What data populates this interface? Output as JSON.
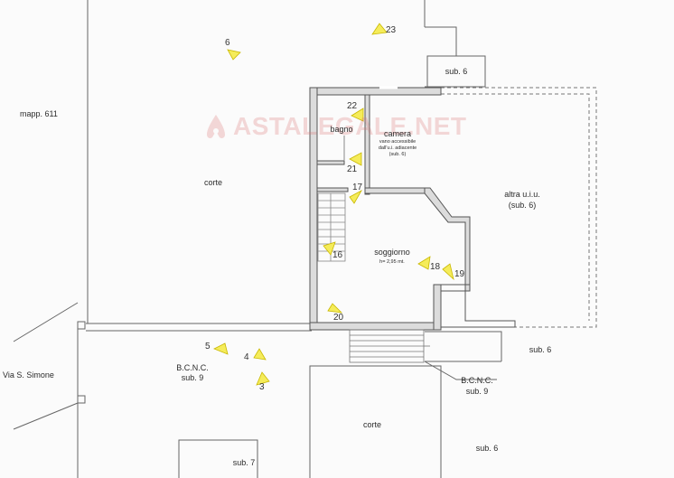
{
  "watermark": {
    "text": "ASTALEGALE.NET",
    "logo": "astalegale-logo"
  },
  "labels": {
    "mapp": "mapp. 611",
    "corte_top": "corte",
    "via": "Via S. Simone",
    "bcnc_left": "B.C.N.C.",
    "bcnc_left_sub": "sub. 9",
    "bcnc_right": "B.C.N.C.",
    "bcnc_right_sub": "sub. 9",
    "corte_bottom": "corte",
    "sub6_top": "sub. 6",
    "sub6_right": "sub. 6",
    "sub6_bottom": "sub. 6",
    "sub7": "sub. 7",
    "bagno": "bagno",
    "camera": "camera",
    "camera_note_1": "vano accessibile",
    "camera_note_2": "dall'u.i. adiacente",
    "camera_note_3": "(sub. 6)",
    "altra_1": "altra u.i.u.",
    "altra_2": "(sub. 6)",
    "soggiorno": "soggiorno",
    "soggiorno_h": "h= 2,95 mt."
  },
  "markers": [
    "23",
    "6",
    "22",
    "21",
    "17",
    "16",
    "18",
    "19",
    "20",
    "5",
    "4",
    "3"
  ],
  "colors": {
    "marker_fill": "#f5ec5a",
    "marker_stroke": "#c9b800",
    "wall_fill": "#dcdcdc",
    "line": "#555555",
    "watermark": "#e08a8a"
  }
}
